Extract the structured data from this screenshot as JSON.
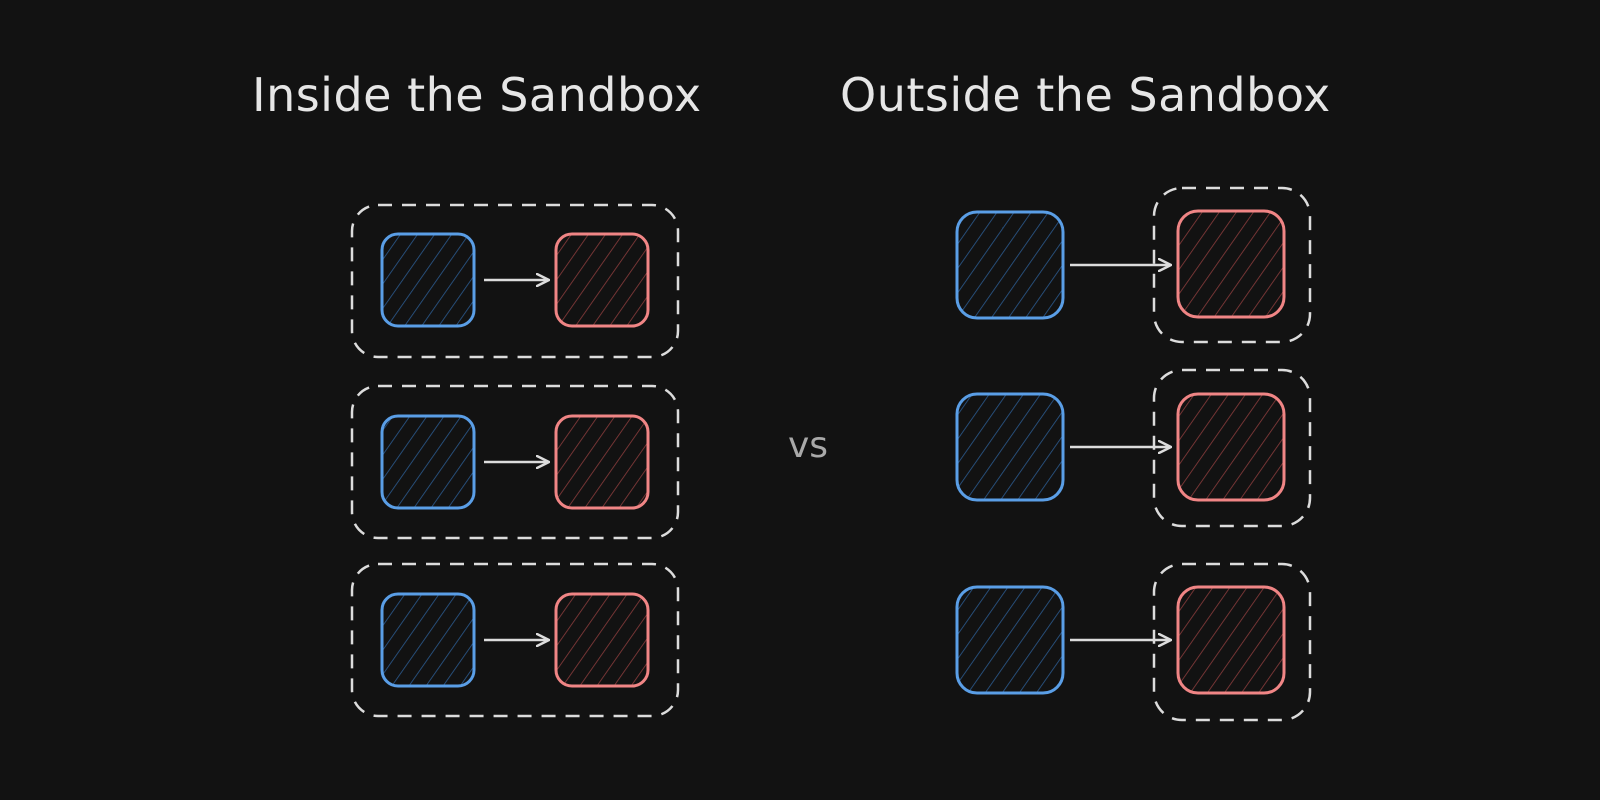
{
  "titles": {
    "inside": "Inside the Sandbox",
    "outside": "Outside the Sandbox"
  },
  "separator": "vs",
  "colors": {
    "background": "#121212",
    "text": "#e6e6e6",
    "blue_stroke": "#5a9ee6",
    "blue_hatch": "#2b5a8f",
    "red_stroke": "#f08585",
    "red_hatch": "#8a3c3c",
    "arrow": "#dcdcdc",
    "dashed_boundary": "#dcdcdc"
  },
  "inside_rows": 3,
  "outside_rows": 3
}
